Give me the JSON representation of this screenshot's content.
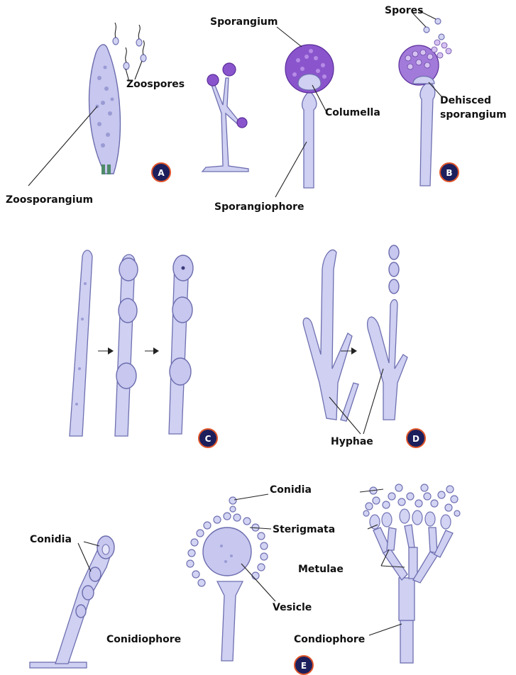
{
  "labels": {
    "zoospores": "Zoospores",
    "zoosporangium": "Zoosporangium",
    "sporangium": "Sporangium",
    "columella": "Columella",
    "sporangiophore": "Sporangiophore",
    "spores": "Spores",
    "dehisced_line1": "Dehisced",
    "dehisced_line2": "sporangium",
    "hyphae": "Hyphae",
    "conidia_left": "Conidia",
    "conidia_top": "Conidia",
    "sterigmata": "Sterigmata",
    "metulae": "Metulae",
    "vesicle": "Vesicle",
    "conidiophore": "Conidiophore",
    "condiophore": "Condiophore"
  },
  "badges": {
    "a": "A",
    "b": "B",
    "c": "C",
    "d": "D",
    "e": "E"
  },
  "colors": {
    "badge_fill": "#1c1f5c",
    "badge_rim": "#e0552a",
    "cell_fill": "#c7c7ef",
    "sporangium_fill": "#8a55cc"
  }
}
